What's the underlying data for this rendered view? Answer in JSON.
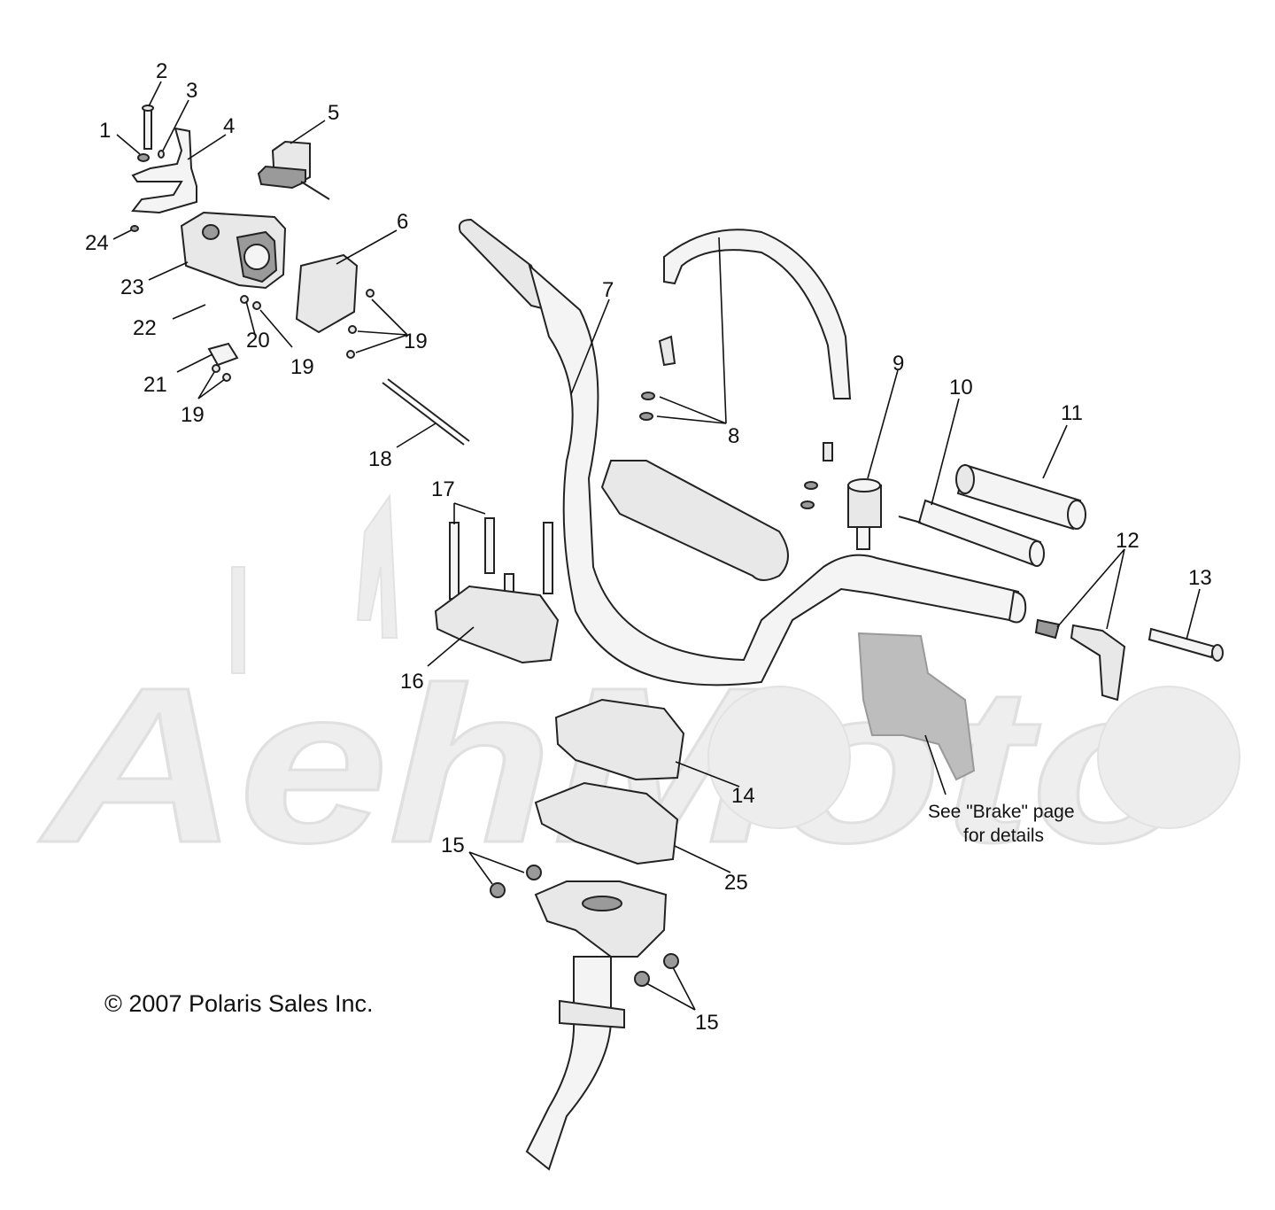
{
  "callouts": {
    "c1": "1",
    "c2": "2",
    "c3": "3",
    "c4": "4",
    "c5": "5",
    "c6": "6",
    "c7": "7",
    "c8": "8",
    "c9": "9",
    "c10": "10",
    "c11": "11",
    "c12": "12",
    "c13": "13",
    "c14": "14",
    "c15a": "15",
    "c15b": "15",
    "c16": "16",
    "c17": "17",
    "c18": "18",
    "c19a": "19",
    "c19b": "19",
    "c19c": "19",
    "c20": "20",
    "c21": "21",
    "c22": "22",
    "c23": "23",
    "c24": "24",
    "c25": "25"
  },
  "note": {
    "line1": "See \"Brake\" page",
    "line2": "for details"
  },
  "copyright": "© 2007 Polaris Sales Inc.",
  "watermark_text": "AehMoto"
}
